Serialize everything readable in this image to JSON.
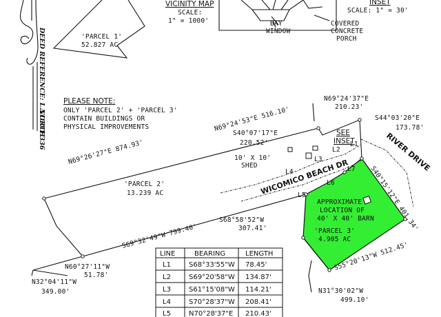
{
  "vicinity_map": {
    "title": "VICINITY MAP",
    "scale_label": "SCALE:",
    "scale_value": "1\" = 1000'"
  },
  "inset": {
    "title": "INSET",
    "scale": "SCALE: 1\" = 30'",
    "bay_window_1": "BAY",
    "bay_window_2": "WINDOW",
    "porch_1": "COVERED",
    "porch_2": "CONCRETE",
    "porch_3": "PORCH"
  },
  "deed_reference": "DEED REFERENCE: L.1100  F.336",
  "north_label": "NORTH",
  "parcel_1": {
    "name": "'PARCEL 1'",
    "area": "52.827 AC"
  },
  "note": {
    "title": "PLEASE NOTE:",
    "lines": [
      "ONLY 'PARCEL 2' + 'PARCEL 3'",
      "CONTAIN BUILDINGS OR",
      "PHYSICAL IMPROVEMENTS"
    ]
  },
  "parcel_2": {
    "name": "'PARCEL 2'",
    "area": "13.239 AC"
  },
  "parcel_3": {
    "name": "'PARCEL 3'",
    "area": "4.905 AC"
  },
  "barn": {
    "line1": "APPROXIMATE",
    "line2": "LOCATION OF",
    "line3": "40' X 40' BARN"
  },
  "shed": {
    "line1": "10' X 10'",
    "line2": "SHED"
  },
  "see_inset": {
    "line1": "SEE",
    "line2": "INSET"
  },
  "roads": {
    "wicomico": "WICOMICO BEACH DR",
    "river": "RIVER DRIVE"
  },
  "line_labels": [
    "L1",
    "L2",
    "L3",
    "L4",
    "L5",
    "L6",
    "L7"
  ],
  "bearings": {
    "b_n692437": "N69°24'37\"E",
    "d_21023": "210.23'",
    "b_s440320": "S44°03'20\"E",
    "d_17378": "173.78'",
    "b_n692453": "N69°24'53\"E 516.10'",
    "b_s400717": "S40°07'17\"E",
    "d_22052": "220.52'",
    "b_n692627": "N69°26'27\"E 874.93'",
    "b_s401512": "S40°15'12\"E 401.34'",
    "b_s685852": "S68°58'52\"W",
    "d_30741": "307.41'",
    "b_s693249": "S69°32'49\"W 799.40'",
    "b_n602711": "N60°27'11\"W",
    "d_5178": "51.78'",
    "b_s552013": "S55°20'13\"W 512.45'",
    "b_n320411": "N32°04'11\"W",
    "d_34900": "349.00'",
    "b_n313002": "N31°30'02\"W",
    "d_49910": "499.10'"
  },
  "line_table": {
    "headers": [
      "LINE",
      "BEARING",
      "LENGTH"
    ],
    "rows": [
      [
        "L1",
        "S68°33'55\"W",
        "78.45'"
      ],
      [
        "L2",
        "S69°20'58\"W",
        "134.87'"
      ],
      [
        "L3",
        "S61°15'08\"W",
        "114.21'"
      ],
      [
        "L4",
        "S70°28'37\"W",
        "208.41'"
      ],
      [
        "L5",
        "N70°28'37\"E",
        "210.43'"
      ]
    ]
  },
  "colors": {
    "parcel_3_fill": "#33ee33",
    "ink": "#111111",
    "paper": "#ffffff"
  }
}
